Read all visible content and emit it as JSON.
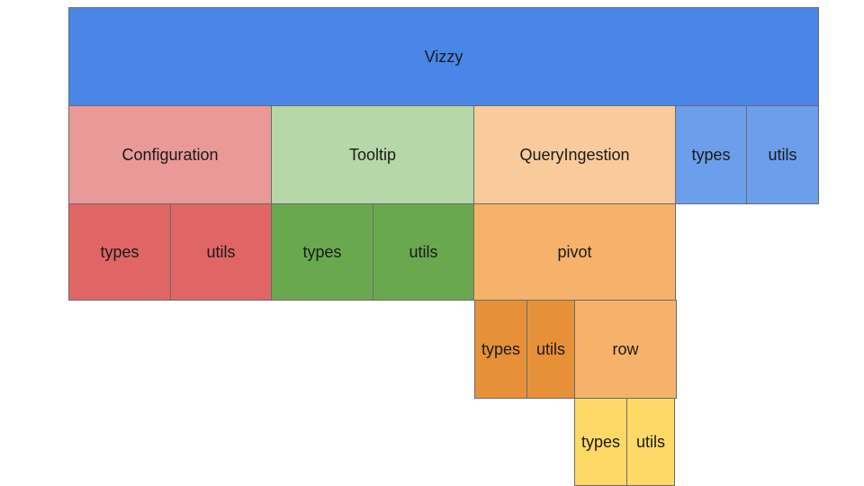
{
  "colors": {
    "vizzy": "#4a86e8",
    "vizzy_children": "#6d9eeb",
    "configuration": "#ea9999",
    "configuration_children": "#e06666",
    "tooltip": "#b6d7a8",
    "tooltip_children": "#6aa84f",
    "query_ingestion": "#f9cb9c",
    "pivot": "#f6b26b",
    "pivot_children": "#e69138",
    "row": "#f6b26b",
    "row_children": "#ffd966"
  },
  "diagram": {
    "root": {
      "label": "Vizzy",
      "types": "types",
      "utils": "utils"
    },
    "configuration": {
      "label": "Configuration",
      "types": "types",
      "utils": "utils"
    },
    "tooltip": {
      "label": "Tooltip",
      "types": "types",
      "utils": "utils"
    },
    "query_ingestion": {
      "label": "QueryIngestion"
    },
    "pivot": {
      "label": "pivot",
      "types": "types",
      "utils": "utils"
    },
    "row": {
      "label": "row",
      "types": "types",
      "utils": "utils"
    }
  }
}
